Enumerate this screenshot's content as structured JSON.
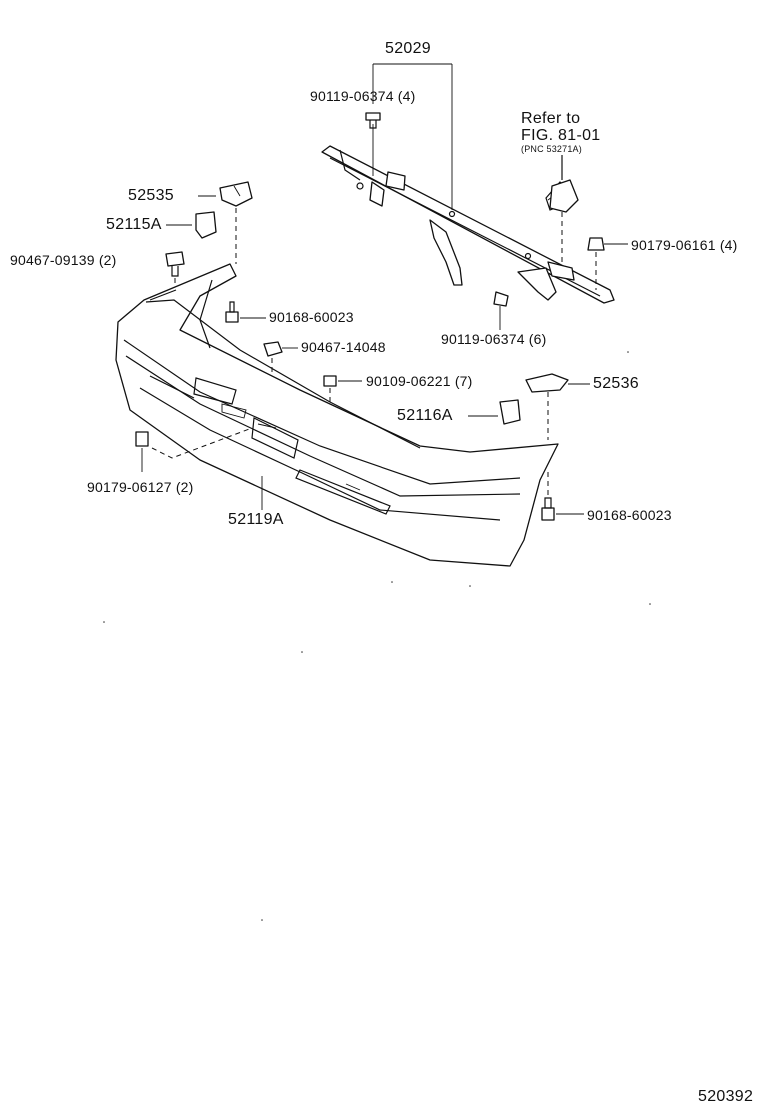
{
  "figure_id": "520392",
  "reference_note": {
    "line1": "Refer to",
    "line2": "FIG. 81-01",
    "line3": "(PNC 53271A)"
  },
  "parts": [
    {
      "key": "p52029",
      "pnc": "52029"
    },
    {
      "key": "p90119_top",
      "pnc": "90119-06374 (4)"
    },
    {
      "key": "p52535",
      "pnc": "52535"
    },
    {
      "key": "p52115A",
      "pnc": "52115A"
    },
    {
      "key": "p90467_09139",
      "pnc": "90467-09139 (2)"
    },
    {
      "key": "p90179_06161",
      "pnc": "90179-06161 (4)"
    },
    {
      "key": "p90168_left",
      "pnc": "90168-60023"
    },
    {
      "key": "p90119_bottom",
      "pnc": "90119-06374 (6)"
    },
    {
      "key": "p90467_14048",
      "pnc": "90467-14048"
    },
    {
      "key": "p90109",
      "pnc": "90109-06221 (7)"
    },
    {
      "key": "p52536",
      "pnc": "52536"
    },
    {
      "key": "p52116A",
      "pnc": "52116A"
    },
    {
      "key": "p90179_06127",
      "pnc": "90179-06127 (2)"
    },
    {
      "key": "p52119A",
      "pnc": "52119A"
    },
    {
      "key": "p90168_right",
      "pnc": "90168-60023"
    }
  ]
}
